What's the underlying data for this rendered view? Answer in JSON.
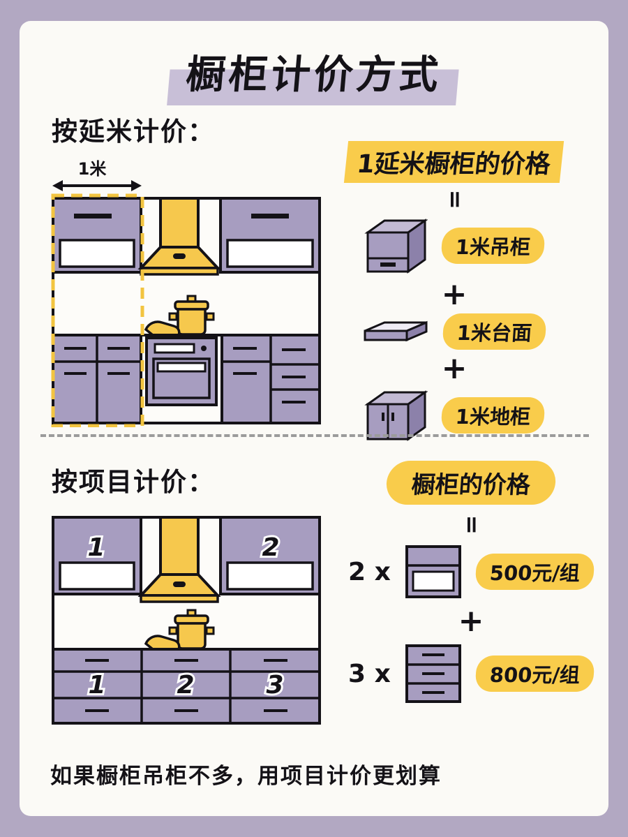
{
  "colors": {
    "frame": "#b2a8c2",
    "sheet": "#fbfaf6",
    "cabinet_purple": "#a79dc0",
    "cabinet_purple_dark": "#8c81aa",
    "cabinet_purple_light": "#c3bad4",
    "accent_yellow": "#f9cc4b",
    "outline_black": "#141217",
    "title_highlight": "#c8bfd7"
  },
  "title": "橱柜计价方式",
  "section1": {
    "heading": "按延米计价：",
    "meter_label": "1米",
    "result_label": "1延米橱柜的价格",
    "equals": "=",
    "plus": "+",
    "items": [
      {
        "icon": "wall-cabinet-3d-icon",
        "label": "1米吊柜"
      },
      {
        "icon": "countertop-3d-icon",
        "label": "1米台面"
      },
      {
        "icon": "base-cabinet-3d-icon",
        "label": "1米地柜"
      }
    ]
  },
  "section2": {
    "heading": "按项目计价：",
    "result_label": "橱柜的价格",
    "equals": "=",
    "plus": "+",
    "wall_numbers": [
      "1",
      "2"
    ],
    "base_numbers": [
      "1",
      "2",
      "3"
    ],
    "items": [
      {
        "multiplier": "2 x",
        "icon": "wall-cabinet-front-icon",
        "price": "500元/组"
      },
      {
        "multiplier": "3 x",
        "icon": "drawer-cabinet-front-icon",
        "price": "800元/组"
      }
    ]
  },
  "footer": "如果橱柜吊柜不多，用项目计价更划算"
}
